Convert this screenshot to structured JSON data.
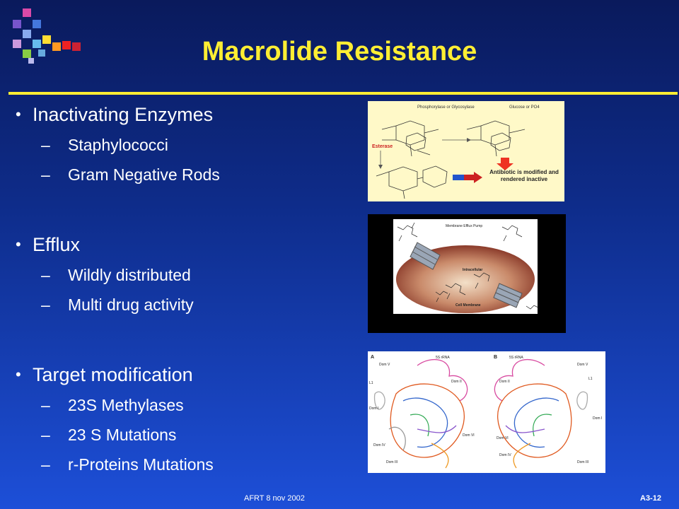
{
  "slide": {
    "title": "Macrolide Resistance",
    "bullets": [
      {
        "text": "Inactivating Enzymes",
        "subs": [
          "Staphylococci",
          "Gram Negative Rods"
        ]
      },
      {
        "text": "Efflux",
        "subs": [
          "Wildly distributed",
          "Multi drug activity"
        ]
      },
      {
        "text": "Target modification",
        "subs": [
          "23S Methylases",
          "23 S Mutations",
          "r-Proteins Mutations"
        ]
      }
    ],
    "footer_left": "AFRT 8 nov 2002",
    "footer_right": "A3-12"
  },
  "figures": {
    "enzyme": {
      "label_top": "Phosphorylase or Glycosylase",
      "label_right": "Glucose or PO4",
      "label_esterase": "Esterase",
      "label_result": "Antibiotic is modified and rendered inactive"
    },
    "efflux": {
      "label_pump": "Membrane Efflux Pump",
      "label_intra": "Intracellular",
      "label_membrane": "Cell Membrane"
    },
    "ribosome": {
      "panel_a": "A",
      "panel_b": "B",
      "rrna_a": "5S rRNA",
      "rrna_b": "5S rRNA",
      "domains_a": [
        "Dom V",
        "Dom II",
        "L1",
        "Dom I",
        "Dom VI",
        "Dom IV",
        "Dom III"
      ],
      "domains_b": [
        "Dom II",
        "Dom V",
        "L1",
        "Dom VI",
        "Dom IV",
        "Dom III",
        "Dom I"
      ]
    }
  },
  "colors": {
    "title": "#ffee33",
    "rule": "#ffee33",
    "text": "#ffffff"
  }
}
